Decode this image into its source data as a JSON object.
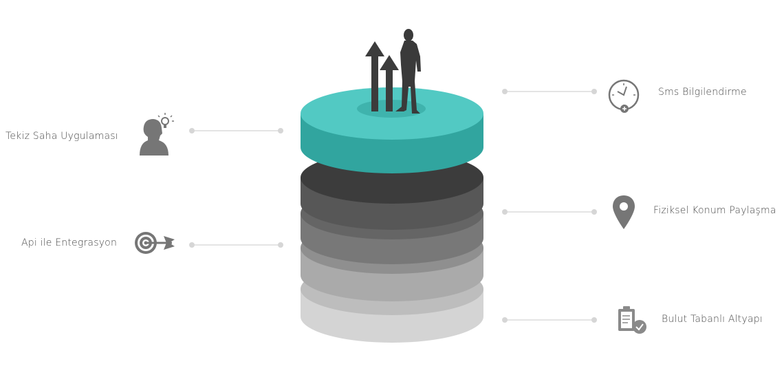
{
  "features": {
    "left": [
      {
        "label": "Tekiz Saha Uygulaması",
        "icon": "person-idea-icon"
      },
      {
        "label": "Api ile Entegrasyon",
        "icon": "target-arrow-icon"
      }
    ],
    "right": [
      {
        "label": "Sms Bilgilendirme",
        "icon": "clock-plus-icon"
      },
      {
        "label": "Fiziksel Konum Paylaşma",
        "icon": "map-pin-icon"
      },
      {
        "label": "Bulut Tabanlı Altyapı",
        "icon": "clipboard-check-icon"
      }
    ]
  },
  "colors": {
    "accent": "#52c9c3",
    "accent_dark": "#31a59f",
    "layer_dark": "#3f3f3f",
    "layer_mid": "#7a7a7a",
    "layer_light": "#aaaaaa",
    "layer_lightest": "#d0d0d0",
    "icon": "#737373",
    "connector": "#d9d9d9"
  }
}
